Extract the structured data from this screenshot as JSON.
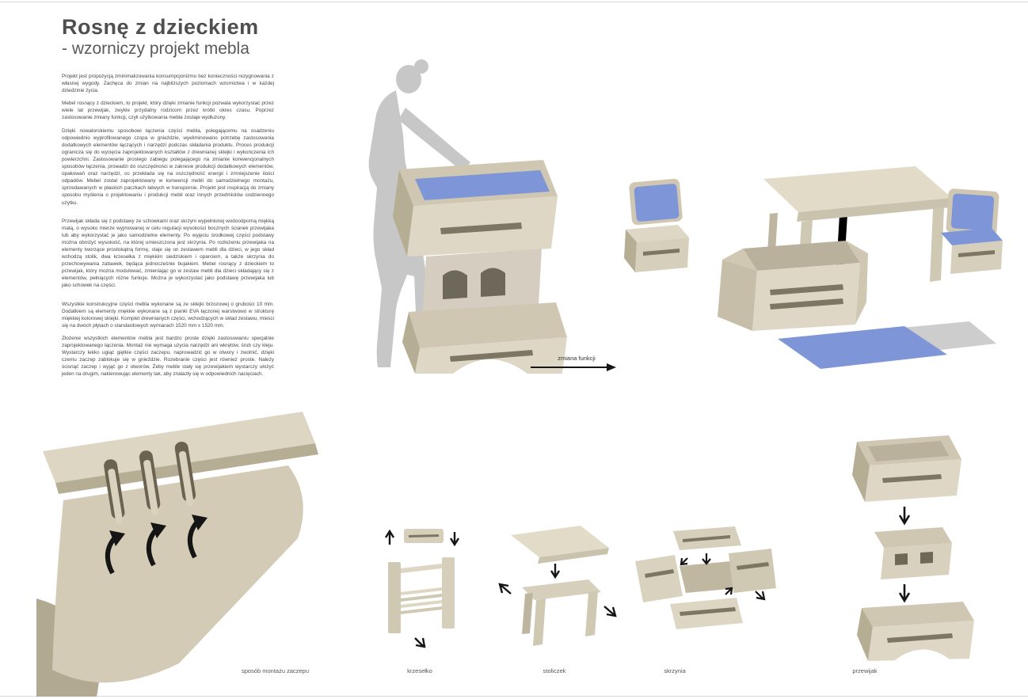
{
  "header": {
    "title": "Rosnę z dzieckiem",
    "subtitle": "- wzorniczy projekt mebla"
  },
  "text": {
    "p1": "Projekt jest propozycją zminimalizowania konsumpcjonizmu bez konieczności rezygnowania z własnej wygody. Zachęca do zmian na najbliższych poziomach wzornictwa i w każdej dziedzinie życia.",
    "p2": "Mebel rosnący z dzieckiem, to projekt, który dzięki zmianie funkcji pozwala wykorzystać przez wiele lat przewijak, zwykle przydatny rodzicom przez krótki okres czasu. Poprzez zastosowanie zmiany funkcji, czyli użytkowania mebla zostaje wydłużony.",
    "p3": "Dzięki nowatorskiemu sposobowi łączenia części mebla, polegającemu na osadzeniu odpowiednio wyprofilowanego czopa w gnieździe, wyeliminowano potrzebę zastosowania dodatkowych elementów łączących i narzędzi podczas składania produktu. Proces produkcji ogranicza się do wycięcia zaprojektowanych kształtów z drewnianej sklejki i wykończenia ich powierzchni. Zastosowanie prostego zabiegu polegającego na zmianie konwencjonalnych sposobów łączenia, prowadzi do oszczędności w zakresie produkcji dodatkowych elementów, opakowań oraz narzędzi, co przekłada się na oszczędność energii i zmniejszenie ilości odpadów. Mebel został zaprojektowany w konwencji mebli do samodzielnego montażu, sprzedawanych w płaskich paczkach łatwych w transporcie. Projekt jest inspiracją do zmiany sposobu myślenia o projektowaniu i produkcji mebli oraz innych przedmiotów codziennego użytku.",
    "p4": "Przewijak składa się z podstawy ze schowkami oraz skrzyni wypełnionej wodoodporną miękką matą, o wysoko mierze wyjmowanej w celu regulacji wysokości bocznych ścianek przewijaka lub aby wykorzystać je jako samodzielne elementy. Po wyjęciu środkowej części podstawy można obniżyć wysokość, na której umieszczona jest skrzynia. Po rozłożeniu przewijaka na elementy tworzące prostokątną formę, staje się on zestawem mebli dla dzieci, w jego skład wchodzą stolik, dwa krzesełka z miękkim siedziskiem i oparciem, a także skrzynia do przechowywania zabawek, będąca jednocześnie bujakiem. Mebel rosnący z dzieckiem to przewijak, który można modulować, zmieniając go w zestaw mebli dla dzieci składający się z elementów, pełniących różne funkcje. Można je wykorzystać jako podstawę przewijaka lub jako schowek na części.",
    "p5": "Wszystkie konstrukcyjne części mebla wykonane są ze sklejki brzozowej o grubości 10 mm. Dodatkiem są elementy miękkie wykonane są z pianki EVA łączonej warstwowo w strukturę miękkiej kolorowej sklejki. Komplet drewnianych części, wchodzących w skład zestawu, mieści się na dwóch płytach o standardowych wymiarach 1520 mm x 1520 mm.",
    "p6": "Złożenie wszystkich elementów mebla jest bardzo proste dzięki zastosowaniu specjalnie zaprojektowanego łączenia. Montaż nie wymaga użycia narzędzi ani wkrętów, śrub czy kleju. Wystarczy lekko ugiąć giętkie części zaczepu, naprowadzić go w otwory i zwolnić, dzięki czemu zaczep zablokuje się w gnieździe. Rozebranie części jest również proste. Należy ścisnąć zaczep i wyjąć go z otworów. Żeby meble stały się przewijakiem wystarczy ułożyć jeden na drugim, nakierowując elementy tak, aby znalazły się w odpowiednich nacięciach."
  },
  "labels": {
    "function_change": "zmiana funkcji"
  },
  "captions": {
    "joint": "sposób montażu zaczepu",
    "chair": "krzesełko",
    "table": "stoliczek",
    "box": "skrzynia",
    "changer": "przewijak"
  },
  "colors": {
    "plywood_light": "#ded7c5",
    "plywood_mid": "#cfc7b2",
    "plywood_dark": "#b6ad95",
    "accent_blue": "#7e96d8",
    "silhouette_gray": "#c7c7c7",
    "mat_gray": "#cdcdcd",
    "arrow_black": "#151515"
  }
}
